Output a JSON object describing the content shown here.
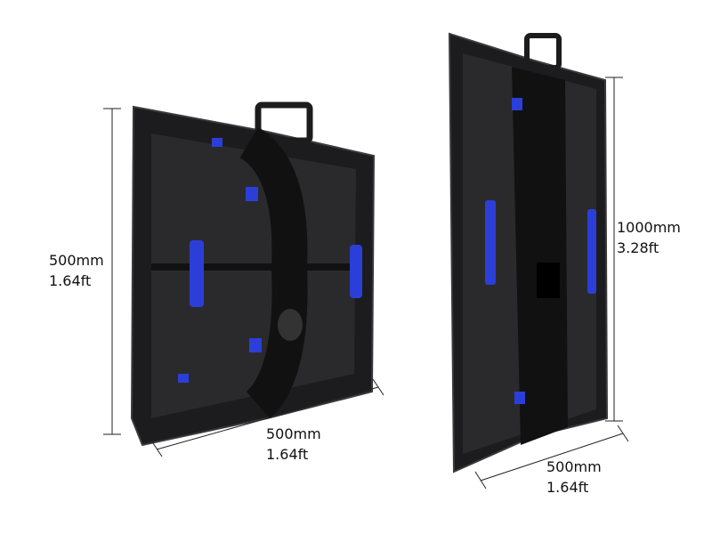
{
  "colors": {
    "panel": "#1c1c1e",
    "panel_edge": "#3a3a3d",
    "handle": "#2b3fd8",
    "dimension_line": "#222222"
  },
  "panel_small": {
    "height": {
      "metric": "500mm",
      "imperial": "1.64ft"
    },
    "width": {
      "metric": "500mm",
      "imperial": "1.64ft"
    }
  },
  "panel_large": {
    "height": {
      "metric": "1000mm",
      "imperial": "3.28ft"
    },
    "width": {
      "metric": "500mm",
      "imperial": "1.64ft"
    }
  }
}
